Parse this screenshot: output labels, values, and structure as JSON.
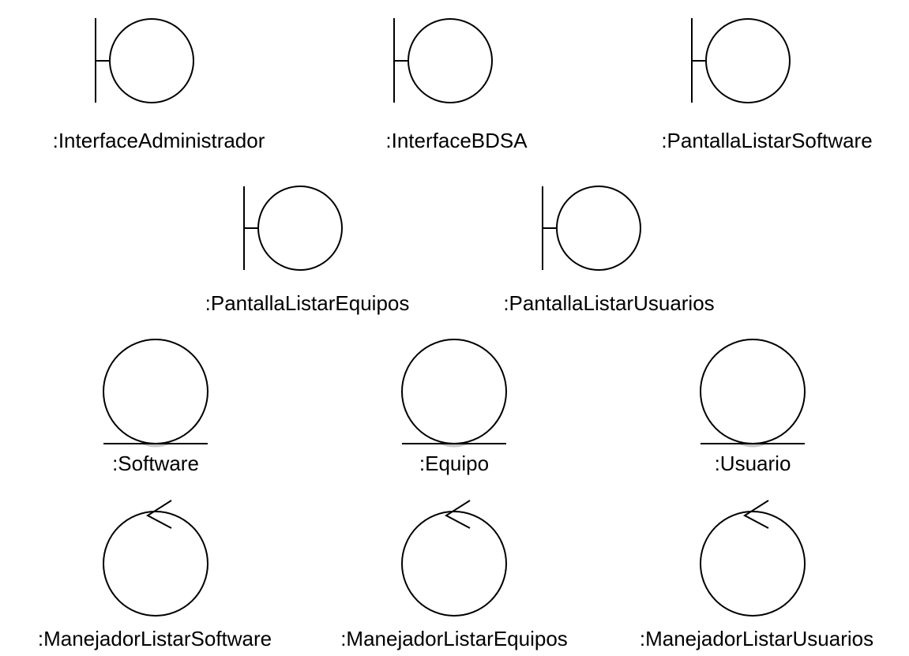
{
  "diagram": {
    "boundaries": [
      {
        "label": ":InterfaceAdministrador"
      },
      {
        "label": ":InterfaceBDSA"
      },
      {
        "label": ":PantallaListarSoftware"
      },
      {
        "label": ":PantallaListarEquipos"
      },
      {
        "label": ":PantallaListarUsuarios"
      }
    ],
    "entities": [
      {
        "label": ":Software"
      },
      {
        "label": ":Equipo"
      },
      {
        "label": ":Usuario"
      }
    ],
    "controls": [
      {
        "label": ":ManejadorListarSoftware"
      },
      {
        "label": ":ManejadorListarEquipos"
      },
      {
        "label": ":ManejadorListarUsuarios"
      }
    ]
  }
}
